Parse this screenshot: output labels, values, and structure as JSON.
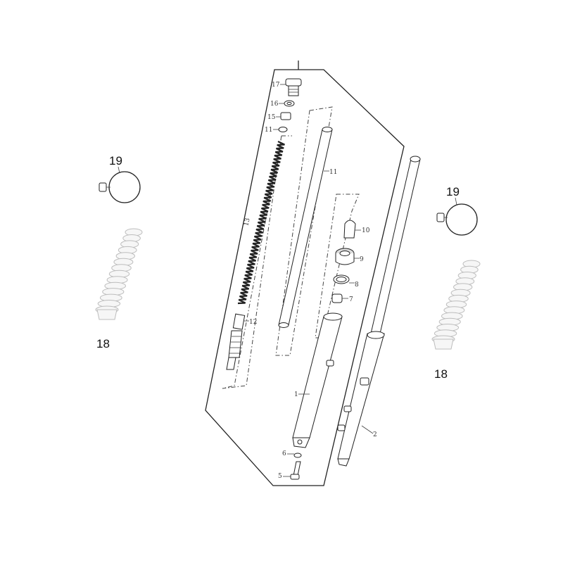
{
  "diagram": {
    "labels": {
      "p17": "17",
      "p16": "16",
      "p15": "15",
      "p11a": "11",
      "p11b": "11",
      "p13": "13",
      "p12": "12",
      "p10": "10",
      "p9": "9",
      "p8": "8",
      "p7": "7",
      "p1": "1",
      "p2": "2",
      "p6": "6",
      "p5": "5",
      "p19_left": "19",
      "p19_right": "19",
      "p18_left": "18",
      "p18_right": "18"
    }
  }
}
